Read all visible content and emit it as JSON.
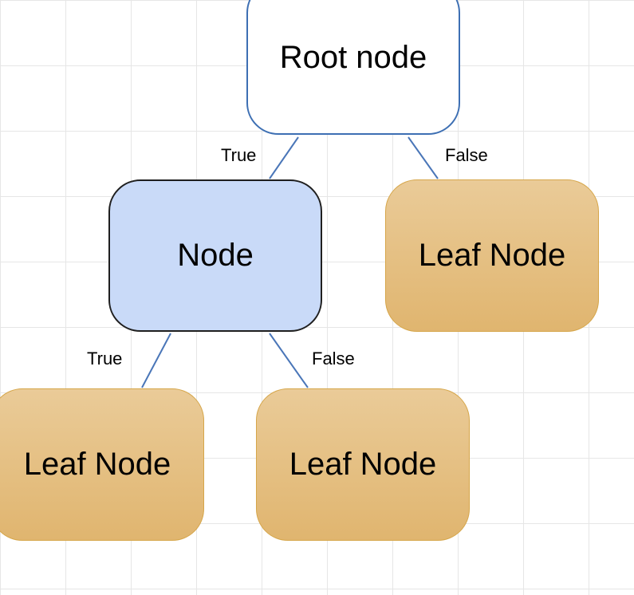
{
  "nodes": {
    "root": "Root node",
    "internal": "Node",
    "leaf_right": "Leaf Node",
    "leaf_bottom_left": "Leaf Node",
    "leaf_bottom_middle": "Leaf Node"
  },
  "edges": {
    "root_to_node": "True",
    "root_to_leaf": "False",
    "node_to_leaf_left": "True",
    "node_to_leaf_right": "False"
  },
  "colors": {
    "edge": "#4a76b8",
    "root_border": "#3d6fb3",
    "node_fill": "#c9daf8",
    "leaf_fill": "#e6c184"
  }
}
